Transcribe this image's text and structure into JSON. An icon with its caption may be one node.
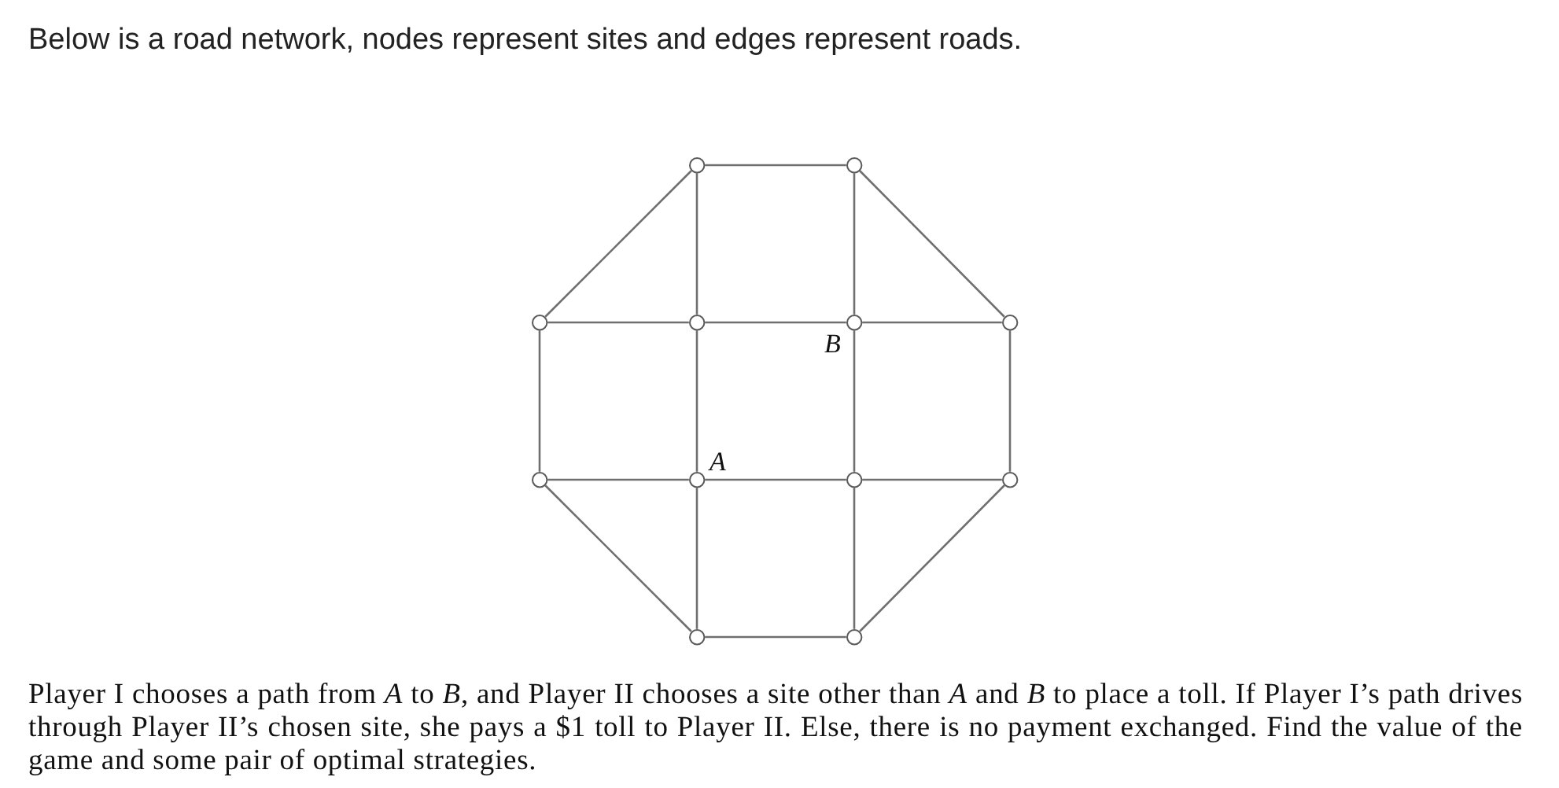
{
  "diagram": {
    "title": "Below is a road network, nodes represent sites and edges represent roads.",
    "caption": "Player I chooses a path from *A* to *B*, and Player II chooses a site other than *A* and *B* to place a toll. If Player I’s path drives through Player II’s chosen site, she pays a $1 toll to Player II. Else, there is no payment exchanged. Find the value of the game and some pair of optimal strategies.",
    "nodes": [
      {
        "text": [],
        "shape": "circle"
      },
      {
        "text": [],
        "shape": "circle"
      },
      {
        "text": [],
        "shape": "circle"
      },
      {
        "text": [],
        "shape": "circle"
      },
      {
        "text": [],
        "shape": "circle",
        "beside": [
          "B"
        ]
      },
      {
        "text": [],
        "shape": "circle"
      },
      {
        "text": [],
        "shape": "circle"
      },
      {
        "text": [],
        "shape": "circle",
        "beside": [
          "A"
        ]
      },
      {
        "text": [],
        "shape": "circle"
      },
      {
        "text": [],
        "shape": "circle"
      },
      {
        "text": [],
        "shape": "circle"
      },
      {
        "text": [],
        "shape": "circle"
      }
    ],
    "edges": [
      {
        "from": 0,
        "to": 1,
        "arrow": "none"
      },
      {
        "from": 0,
        "to": 2,
        "arrow": "none"
      },
      {
        "from": 0,
        "to": 3,
        "arrow": "none"
      },
      {
        "from": 1,
        "to": 4,
        "arrow": "none"
      },
      {
        "from": 1,
        "to": 5,
        "arrow": "none"
      },
      {
        "from": 2,
        "to": 3,
        "arrow": "none"
      },
      {
        "from": 3,
        "to": 4,
        "arrow": "none"
      },
      {
        "from": 4,
        "to": 5,
        "arrow": "none"
      },
      {
        "from": 2,
        "to": 6,
        "arrow": "none"
      },
      {
        "from": 3,
        "to": 7,
        "arrow": "none"
      },
      {
        "from": 4,
        "to": 8,
        "arrow": "none"
      },
      {
        "from": 5,
        "to": 9,
        "arrow": "none"
      },
      {
        "from": 6,
        "to": 7,
        "arrow": "none"
      },
      {
        "from": 7,
        "to": 8,
        "arrow": "none"
      },
      {
        "from": 8,
        "to": 9,
        "arrow": "none"
      },
      {
        "from": 6,
        "to": 10,
        "arrow": "none"
      },
      {
        "from": 7,
        "to": 10,
        "arrow": "none"
      },
      {
        "from": 8,
        "to": 11,
        "arrow": "none"
      },
      {
        "from": 9,
        "to": 11,
        "arrow": "none"
      },
      {
        "from": 10,
        "to": 11,
        "arrow": "none"
      }
    ]
  }
}
